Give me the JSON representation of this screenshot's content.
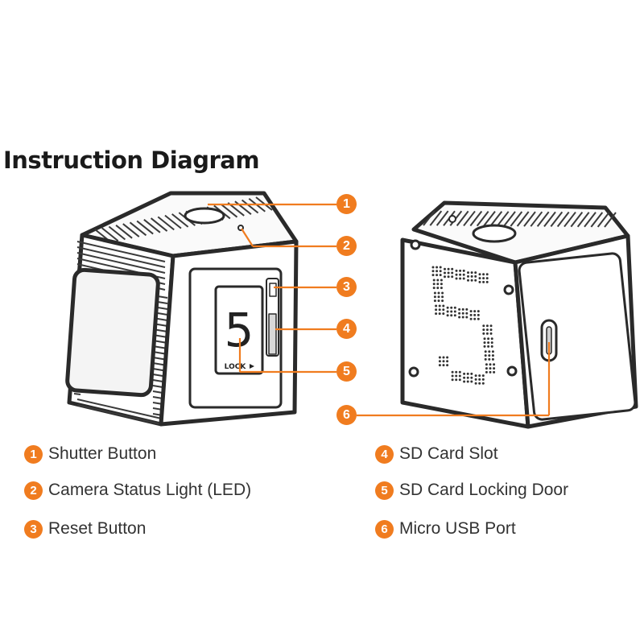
{
  "title": "Instruction Diagram",
  "accent_color": "#f07c1f",
  "callouts": [
    "1",
    "2",
    "3",
    "4",
    "5",
    "6"
  ],
  "camera_front": {
    "door_number": "5",
    "lock_label": "LOCK"
  },
  "camera_back": {
    "display_digit": "5"
  },
  "legend": [
    {
      "number": "1",
      "label": "Shutter Button"
    },
    {
      "number": "2",
      "label": "Camera Status Light (LED)"
    },
    {
      "number": "3",
      "label": "Reset Button"
    },
    {
      "number": "4",
      "label": "SD Card Slot"
    },
    {
      "number": "5",
      "label": "SD Card Locking Door"
    },
    {
      "number": "6",
      "label": "Micro USB Port"
    }
  ]
}
